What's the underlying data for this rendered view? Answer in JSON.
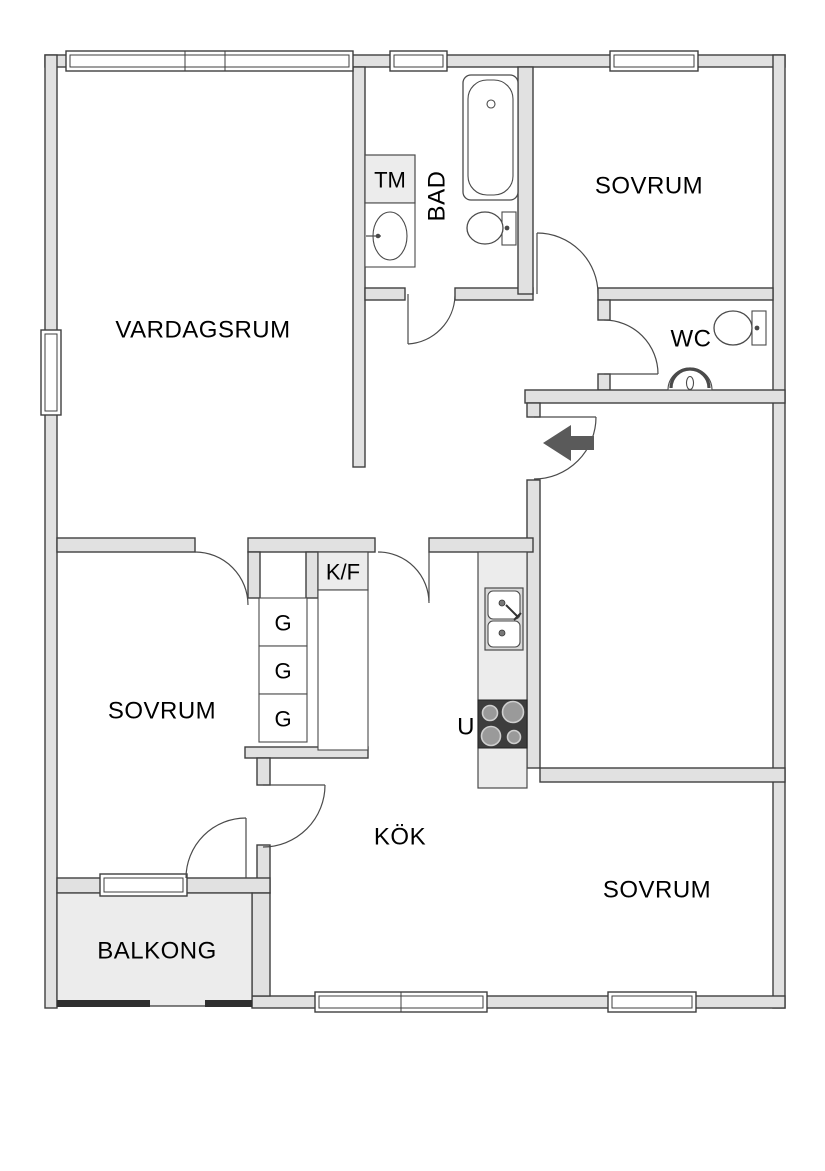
{
  "plan": {
    "rooms": {
      "vardagsrum": {
        "label": "VARDAGSRUM"
      },
      "bad": {
        "label": "BAD"
      },
      "sovrum_top_right": {
        "label": "SOVRUM"
      },
      "wc": {
        "label": "WC"
      },
      "sovrum_bottom_left": {
        "label": "SOVRUM"
      },
      "kok": {
        "label": "KÖK"
      },
      "sovrum_bottom_right": {
        "label": "SOVRUM"
      },
      "balkong": {
        "label": "BALKONG"
      }
    },
    "fixtures": {
      "washing_machine": {
        "label": "TM"
      },
      "fridge_freezer": {
        "label": "K/F"
      },
      "oven": {
        "label": "U"
      },
      "wardrobes": [
        {
          "label": "G"
        },
        {
          "label": "G"
        },
        {
          "label": "G"
        }
      ]
    },
    "colors": {
      "wall_fill": "#e1e1e1",
      "wall_stroke": "#3f3f3f",
      "furniture_fill": "#ececec",
      "sink_surround": "#d9d9d9",
      "stove_fill": "#3d3d3d",
      "burner_fill": "#9a9a9a",
      "burner_stroke": "#cfcfcf",
      "arrow_fill": "#5a5a5a",
      "balcony_fill": "#ececec",
      "line": "#4a4a4a",
      "background": "#ffffff",
      "label_color": "#000000",
      "railing": "#2f2f2f"
    }
  }
}
